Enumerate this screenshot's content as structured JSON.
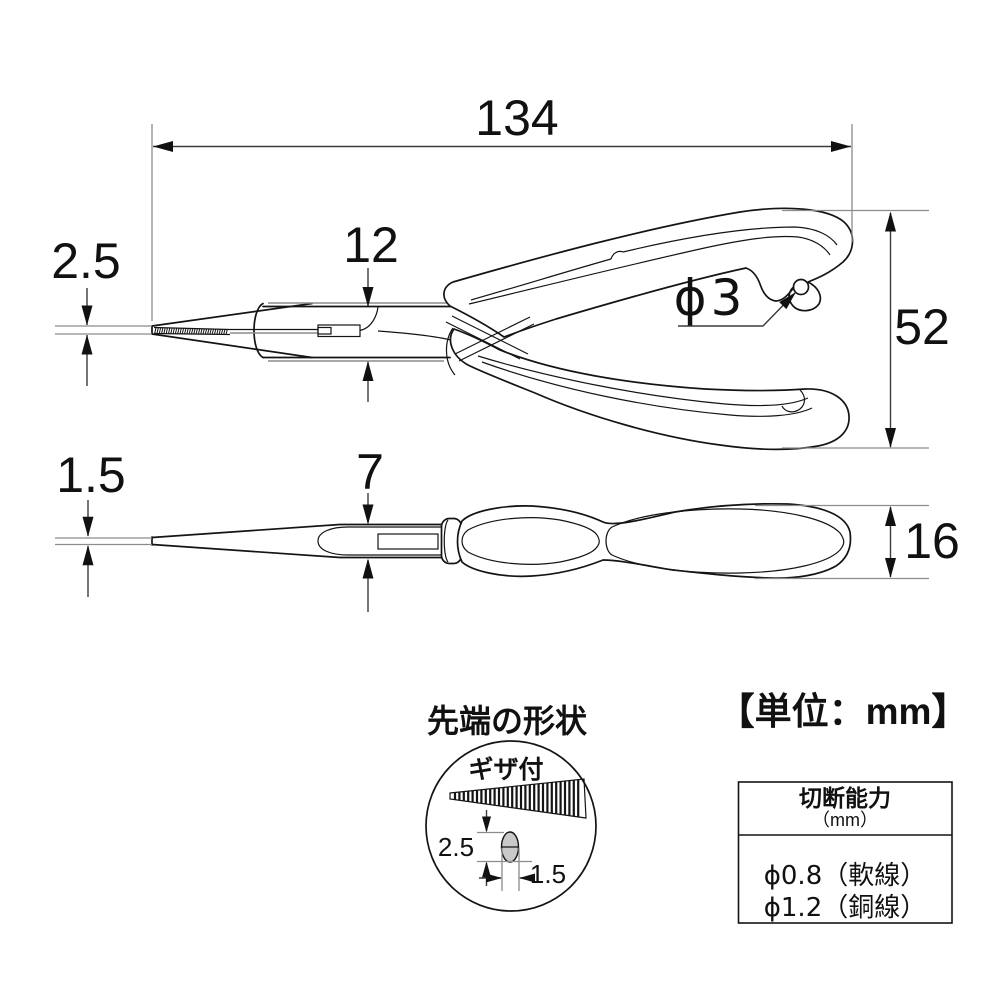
{
  "dimensions": {
    "side": {
      "overall_length": "134",
      "jaw_height": "12",
      "tip_thickness": "2.5",
      "hole_diameter": "ϕ3",
      "handle_span": "52"
    },
    "top": {
      "tip_width": "1.5",
      "jaw_width": "7",
      "handle_thickness": "16"
    }
  },
  "tip_detail": {
    "title": "先端の形状",
    "serration_label": "ギザ付",
    "height": "2.5",
    "width": "1.5"
  },
  "unit_note": "【単位：mm】",
  "cutting_table": {
    "title": "切断能力",
    "unit": "（mm）",
    "rows": [
      "ϕ0.8（軟線）",
      "ϕ1.2（銅線）"
    ]
  },
  "colors": {
    "line": "#141414",
    "dimension": "#3c3c3c",
    "extension": "#8c8c8c",
    "background": "#ffffff"
  }
}
